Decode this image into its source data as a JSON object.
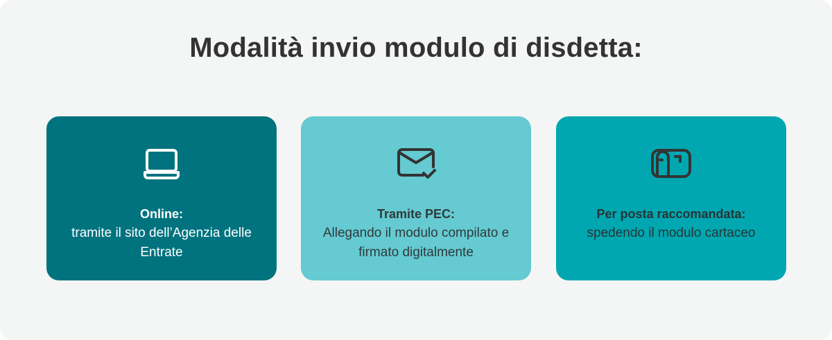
{
  "title": "Modalità invio modulo di disdetta:",
  "colors": {
    "background": "#f4f5f5",
    "title": "#333333",
    "card_online": "#00737f",
    "card_pec": "#65cad1",
    "card_posta": "#00a7b0"
  },
  "cards": [
    {
      "icon": "laptop-icon",
      "heading": "Online:",
      "description": "tramite il sito dell’Agenzia delle Entrate"
    },
    {
      "icon": "mail-check-icon",
      "heading": "Tramite PEC:",
      "description": "Allegando il modulo compilato e firmato digitalmente"
    },
    {
      "icon": "mailbox-icon",
      "heading": "Per posta raccomandata:",
      "description": "spedendo il modulo cartaceo"
    }
  ]
}
